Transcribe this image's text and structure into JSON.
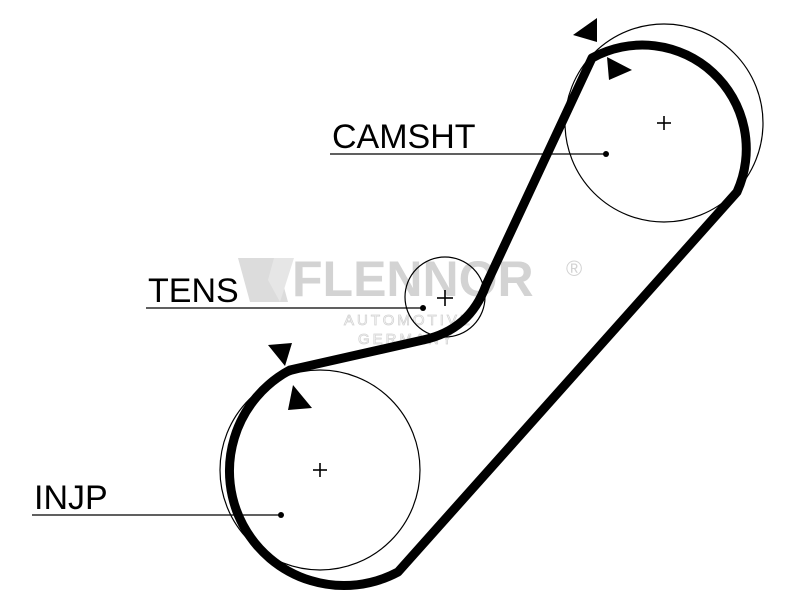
{
  "labels": {
    "camshaft": "CAMSHT",
    "tensioner": "TENS",
    "injection_pump": "INJP"
  },
  "watermark": {
    "brand": "FLENNOR",
    "registered": "®",
    "line1": "AUTOMOTIVE",
    "line2": "GERMANY"
  },
  "colors": {
    "belt": "#000000",
    "pulley": "#000000",
    "watermark": "#d3d3d3",
    "background": "#ffffff"
  },
  "icons": {
    "timing_marks": "black-triangle-arrow",
    "center_marks": "plus-crosshair"
  }
}
